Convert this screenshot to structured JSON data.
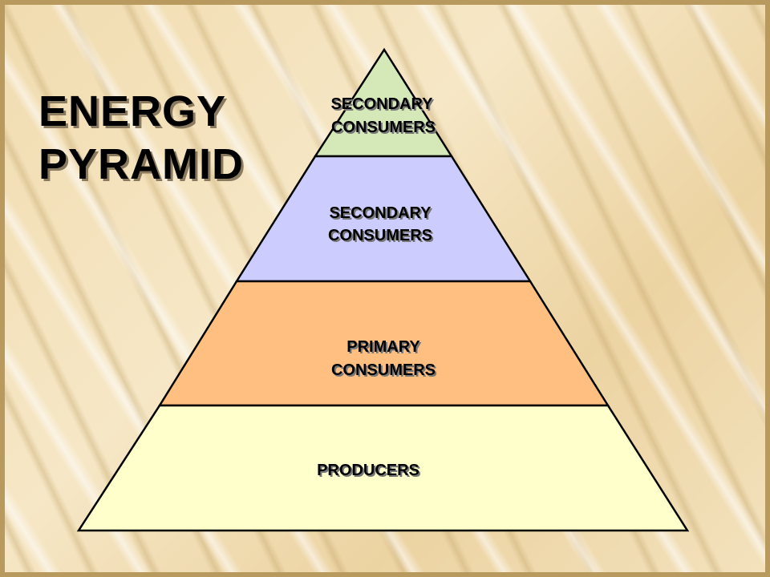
{
  "title": {
    "line1": "ENERGY",
    "line2": "PYRAMID"
  },
  "pyramid": {
    "tiers": [
      {
        "line1": "SECONDARY",
        "line2": "CONSUMERS",
        "color": "#d4e8b8"
      },
      {
        "line1": "SECONDARY",
        "line2": "CONSUMERS",
        "color": "#ccccff"
      },
      {
        "line1": "PRIMARY",
        "line2": "CONSUMERS",
        "color": "#ffbf80"
      },
      {
        "line1": "PRODUCERS",
        "line2": "",
        "color": "#ffffcc"
      }
    ]
  }
}
